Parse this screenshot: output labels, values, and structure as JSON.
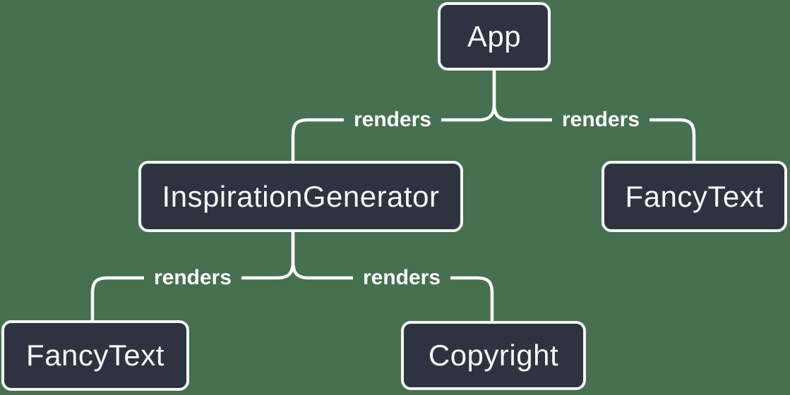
{
  "diagram_type": "react-render-tree",
  "colors": {
    "background": "#46704F",
    "node_fill": "#2D3440",
    "node_border": "#F6F7F9",
    "edge": "#FFFFFF",
    "text": "#F6F7F9"
  },
  "nodes": [
    {
      "id": "app",
      "label": "App"
    },
    {
      "id": "inspiration-generator",
      "label": "InspirationGenerator"
    },
    {
      "id": "fancy-text-top",
      "label": "FancyText"
    },
    {
      "id": "fancy-text-bottom",
      "label": "FancyText"
    },
    {
      "id": "copyright",
      "label": "Copyright"
    }
  ],
  "edges": [
    {
      "from": "App",
      "to": "InspirationGenerator",
      "label": "renders"
    },
    {
      "from": "App",
      "to": "FancyText",
      "label": "renders"
    },
    {
      "from": "InspirationGenerator",
      "to": "FancyText",
      "label": "renders"
    },
    {
      "from": "InspirationGenerator",
      "to": "Copyright",
      "label": "renders"
    }
  ]
}
